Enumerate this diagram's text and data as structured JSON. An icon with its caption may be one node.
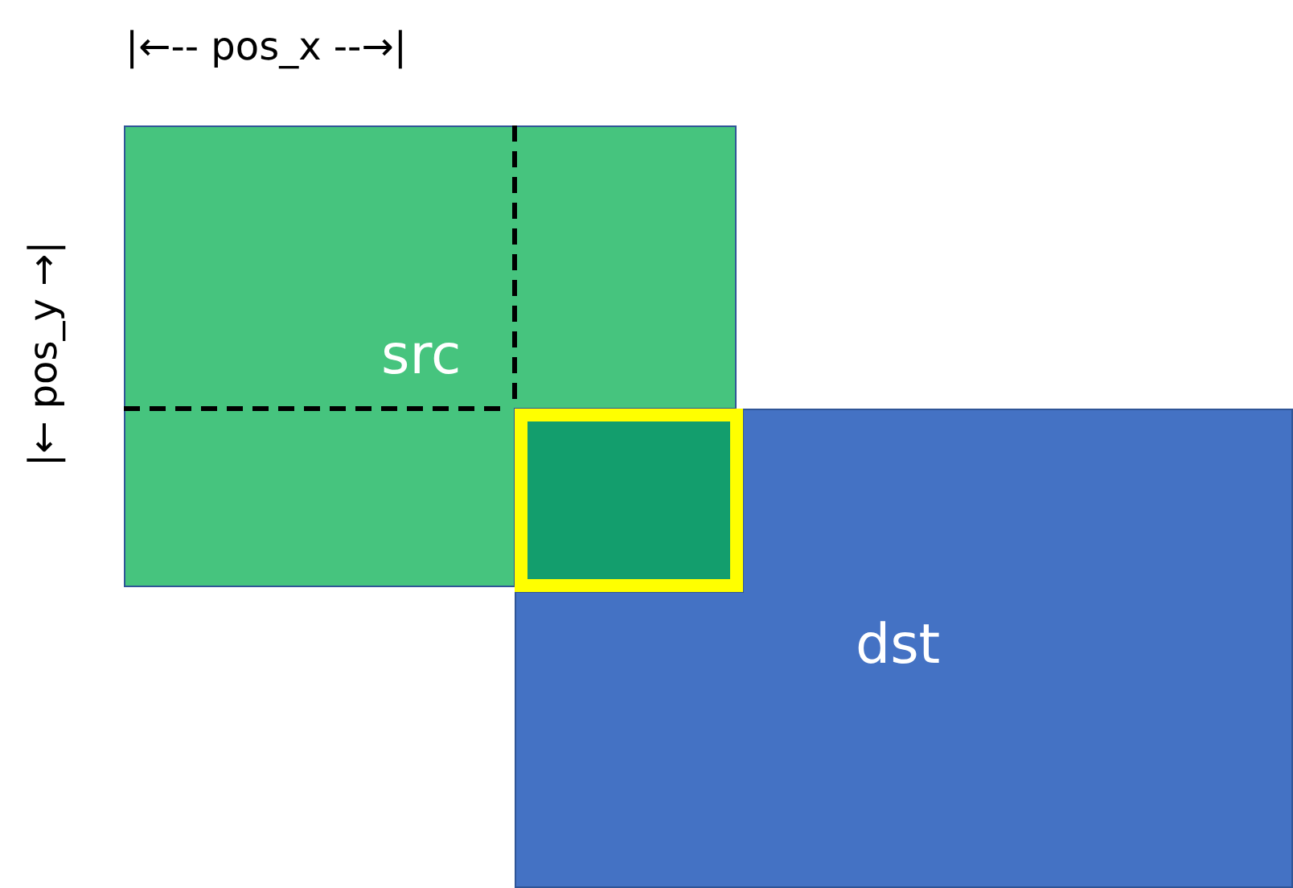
{
  "diagram": {
    "nodes": [
      {
        "text": [
          "src"
        ]
      },
      {
        "text": [
          "dst"
        ]
      },
      {
        "text": [],
        "shape": "box"
      }
    ],
    "labels": [
      "|←-- pos_x --→|",
      "|← pos_y →|"
    ]
  }
}
